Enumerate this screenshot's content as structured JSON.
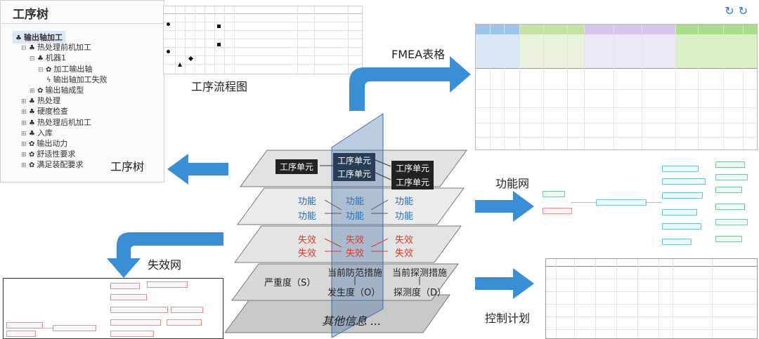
{
  "tree": {
    "title": "工序树",
    "items": [
      {
        "label": "输出轴加工",
        "level": 0,
        "icon": "org-icon",
        "expander": "",
        "selected": true
      },
      {
        "label": "热处理前机加工",
        "level": 1,
        "icon": "org-icon",
        "expander": "⊟"
      },
      {
        "label": "机器1",
        "level": 2,
        "icon": "org-icon",
        "expander": "⊟"
      },
      {
        "label": "加工输出轴",
        "level": 3,
        "icon": "gear-icon",
        "expander": "⊟"
      },
      {
        "label": "输出轴加工失败",
        "level": 4,
        "icon": "lightning-icon",
        "expander": ""
      },
      {
        "label": "输出轴成型",
        "level": 2,
        "icon": "gear-icon",
        "expander": "⊞"
      },
      {
        "label": "热处理",
        "level": 1,
        "icon": "org-icon",
        "expander": "⊞"
      },
      {
        "label": "硬度检查",
        "level": 1,
        "icon": "org-icon",
        "expander": "⊞"
      },
      {
        "label": "热处理后机加工",
        "level": 1,
        "icon": "org-icon",
        "expander": "⊞"
      },
      {
        "label": "入库",
        "level": 1,
        "icon": "org-icon",
        "expander": "⊞"
      },
      {
        "label": "输出动力",
        "level": 1,
        "icon": "gear-icon",
        "expander": "⊞"
      },
      {
        "label": "舒适性要求",
        "level": 1,
        "icon": "gear-icon",
        "expander": "⊞"
      },
      {
        "label": "满足装配要求",
        "level": 1,
        "icon": "gear-icon",
        "expander": "⊞"
      }
    ]
  },
  "captions": {
    "process_flow": "工序流程图",
    "fmea": "FMEA表格",
    "process_tree": "工序树",
    "function_net": "功能网",
    "failure_net": "失效网",
    "control_plan": "控制计划"
  },
  "layers": {
    "process": {
      "left": "工序单元",
      "center_top": "工序单元",
      "center_bottom": "工序单元",
      "right_top": "工序单元",
      "right_bottom": "工序单元"
    },
    "function": {
      "left_top": "功能",
      "left_bottom": "功能",
      "center_top": "功能",
      "center_bottom": "功能",
      "right_top": "功能",
      "right_bottom": "功能"
    },
    "failure": {
      "left_top": "失效",
      "left_bottom": "失效",
      "center_top": "失效",
      "center_bottom": "失效",
      "right_top": "失效",
      "right_bottom": "失效"
    },
    "risk": {
      "severity": "严重度（S）",
      "prevention": "当前防范措施",
      "occurrence": "发生度（O）",
      "detection_measure": "当前探测措施",
      "detection": "探测度（D）"
    },
    "other": {
      "label": "其他信息 ..."
    }
  },
  "colors": {
    "arrow": "#3a8ed6",
    "function_text": "#2b6cb0",
    "failure_text": "#e03a2a",
    "slab": "#3b6ea8"
  }
}
